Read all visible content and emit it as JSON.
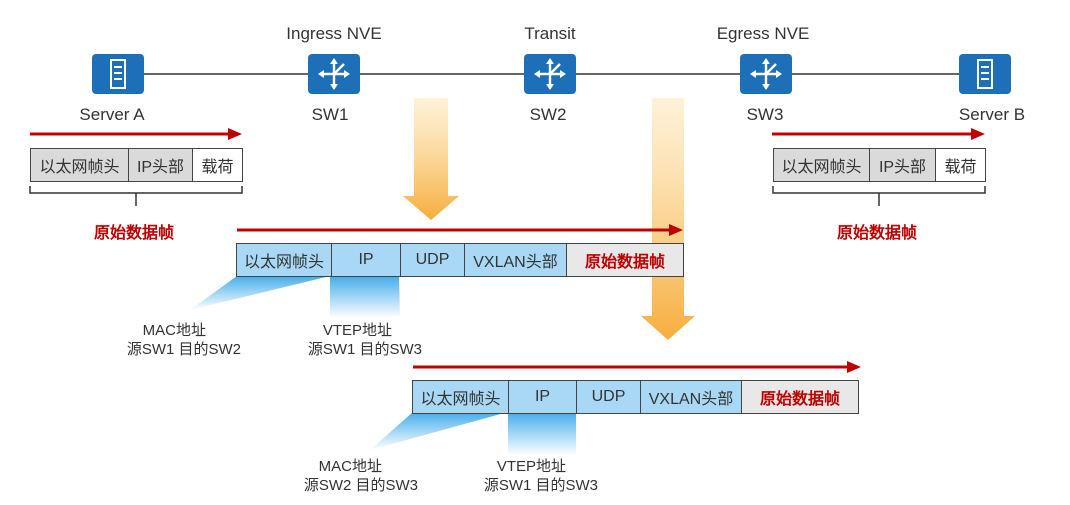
{
  "topology": {
    "roles": {
      "ingress": "Ingress NVE",
      "transit": "Transit",
      "egress": "Egress NVE"
    },
    "nodes": [
      {
        "id": "server-a",
        "label": "Server A",
        "icon": "server-icon"
      },
      {
        "id": "sw1",
        "label": "SW1",
        "icon": "switch-icon"
      },
      {
        "id": "sw2",
        "label": "SW2",
        "icon": "switch-icon"
      },
      {
        "id": "sw3",
        "label": "SW3",
        "icon": "switch-icon"
      },
      {
        "id": "server-b",
        "label": "Server B",
        "icon": "server-icon"
      }
    ]
  },
  "original_frame": {
    "fields": [
      "以太网帧头",
      "IP头部",
      "载荷"
    ],
    "caption": "原始数据帧"
  },
  "vxlan_frame": {
    "fields": [
      "以太网帧头",
      "IP",
      "UDP",
      "VXLAN头部",
      "原始数据帧"
    ]
  },
  "hop1": {
    "mac_note": {
      "title": "MAC地址",
      "detail": "源SW1 目的SW2"
    },
    "vtep_note": {
      "title": "VTEP地址",
      "detail": "源SW1 目的SW3"
    }
  },
  "hop2": {
    "mac_note": {
      "title": "MAC地址",
      "detail": "源SW2 目的SW3"
    },
    "vtep_note": {
      "title": "VTEP地址",
      "detail": "源SW1 目的SW3"
    }
  },
  "colors": {
    "device": "#1d6fb8",
    "arrow_red": "#c00000",
    "gray_cell": "#dadada",
    "blue_cell": "#a8d8f5",
    "big_arrow": "#f7b84b",
    "beam": "#3aa8e8"
  }
}
